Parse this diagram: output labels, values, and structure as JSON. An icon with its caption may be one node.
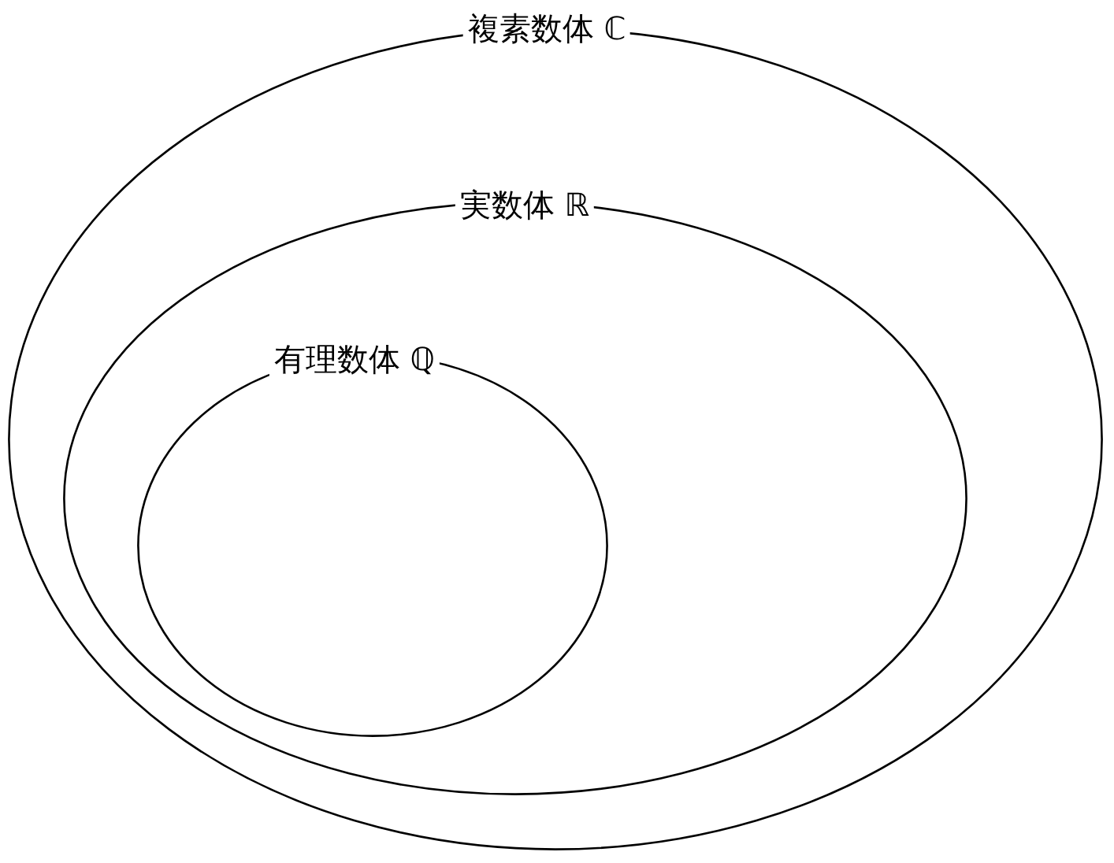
{
  "diagram": {
    "nodes": [
      {
        "text": [
          "複素数体 ℂ"
        ]
      },
      {
        "text": [
          "実数体 ℝ"
        ],
        "in": 0
      },
      {
        "text": [
          "有理数体 ℚ"
        ],
        "in": 1
      }
    ]
  }
}
